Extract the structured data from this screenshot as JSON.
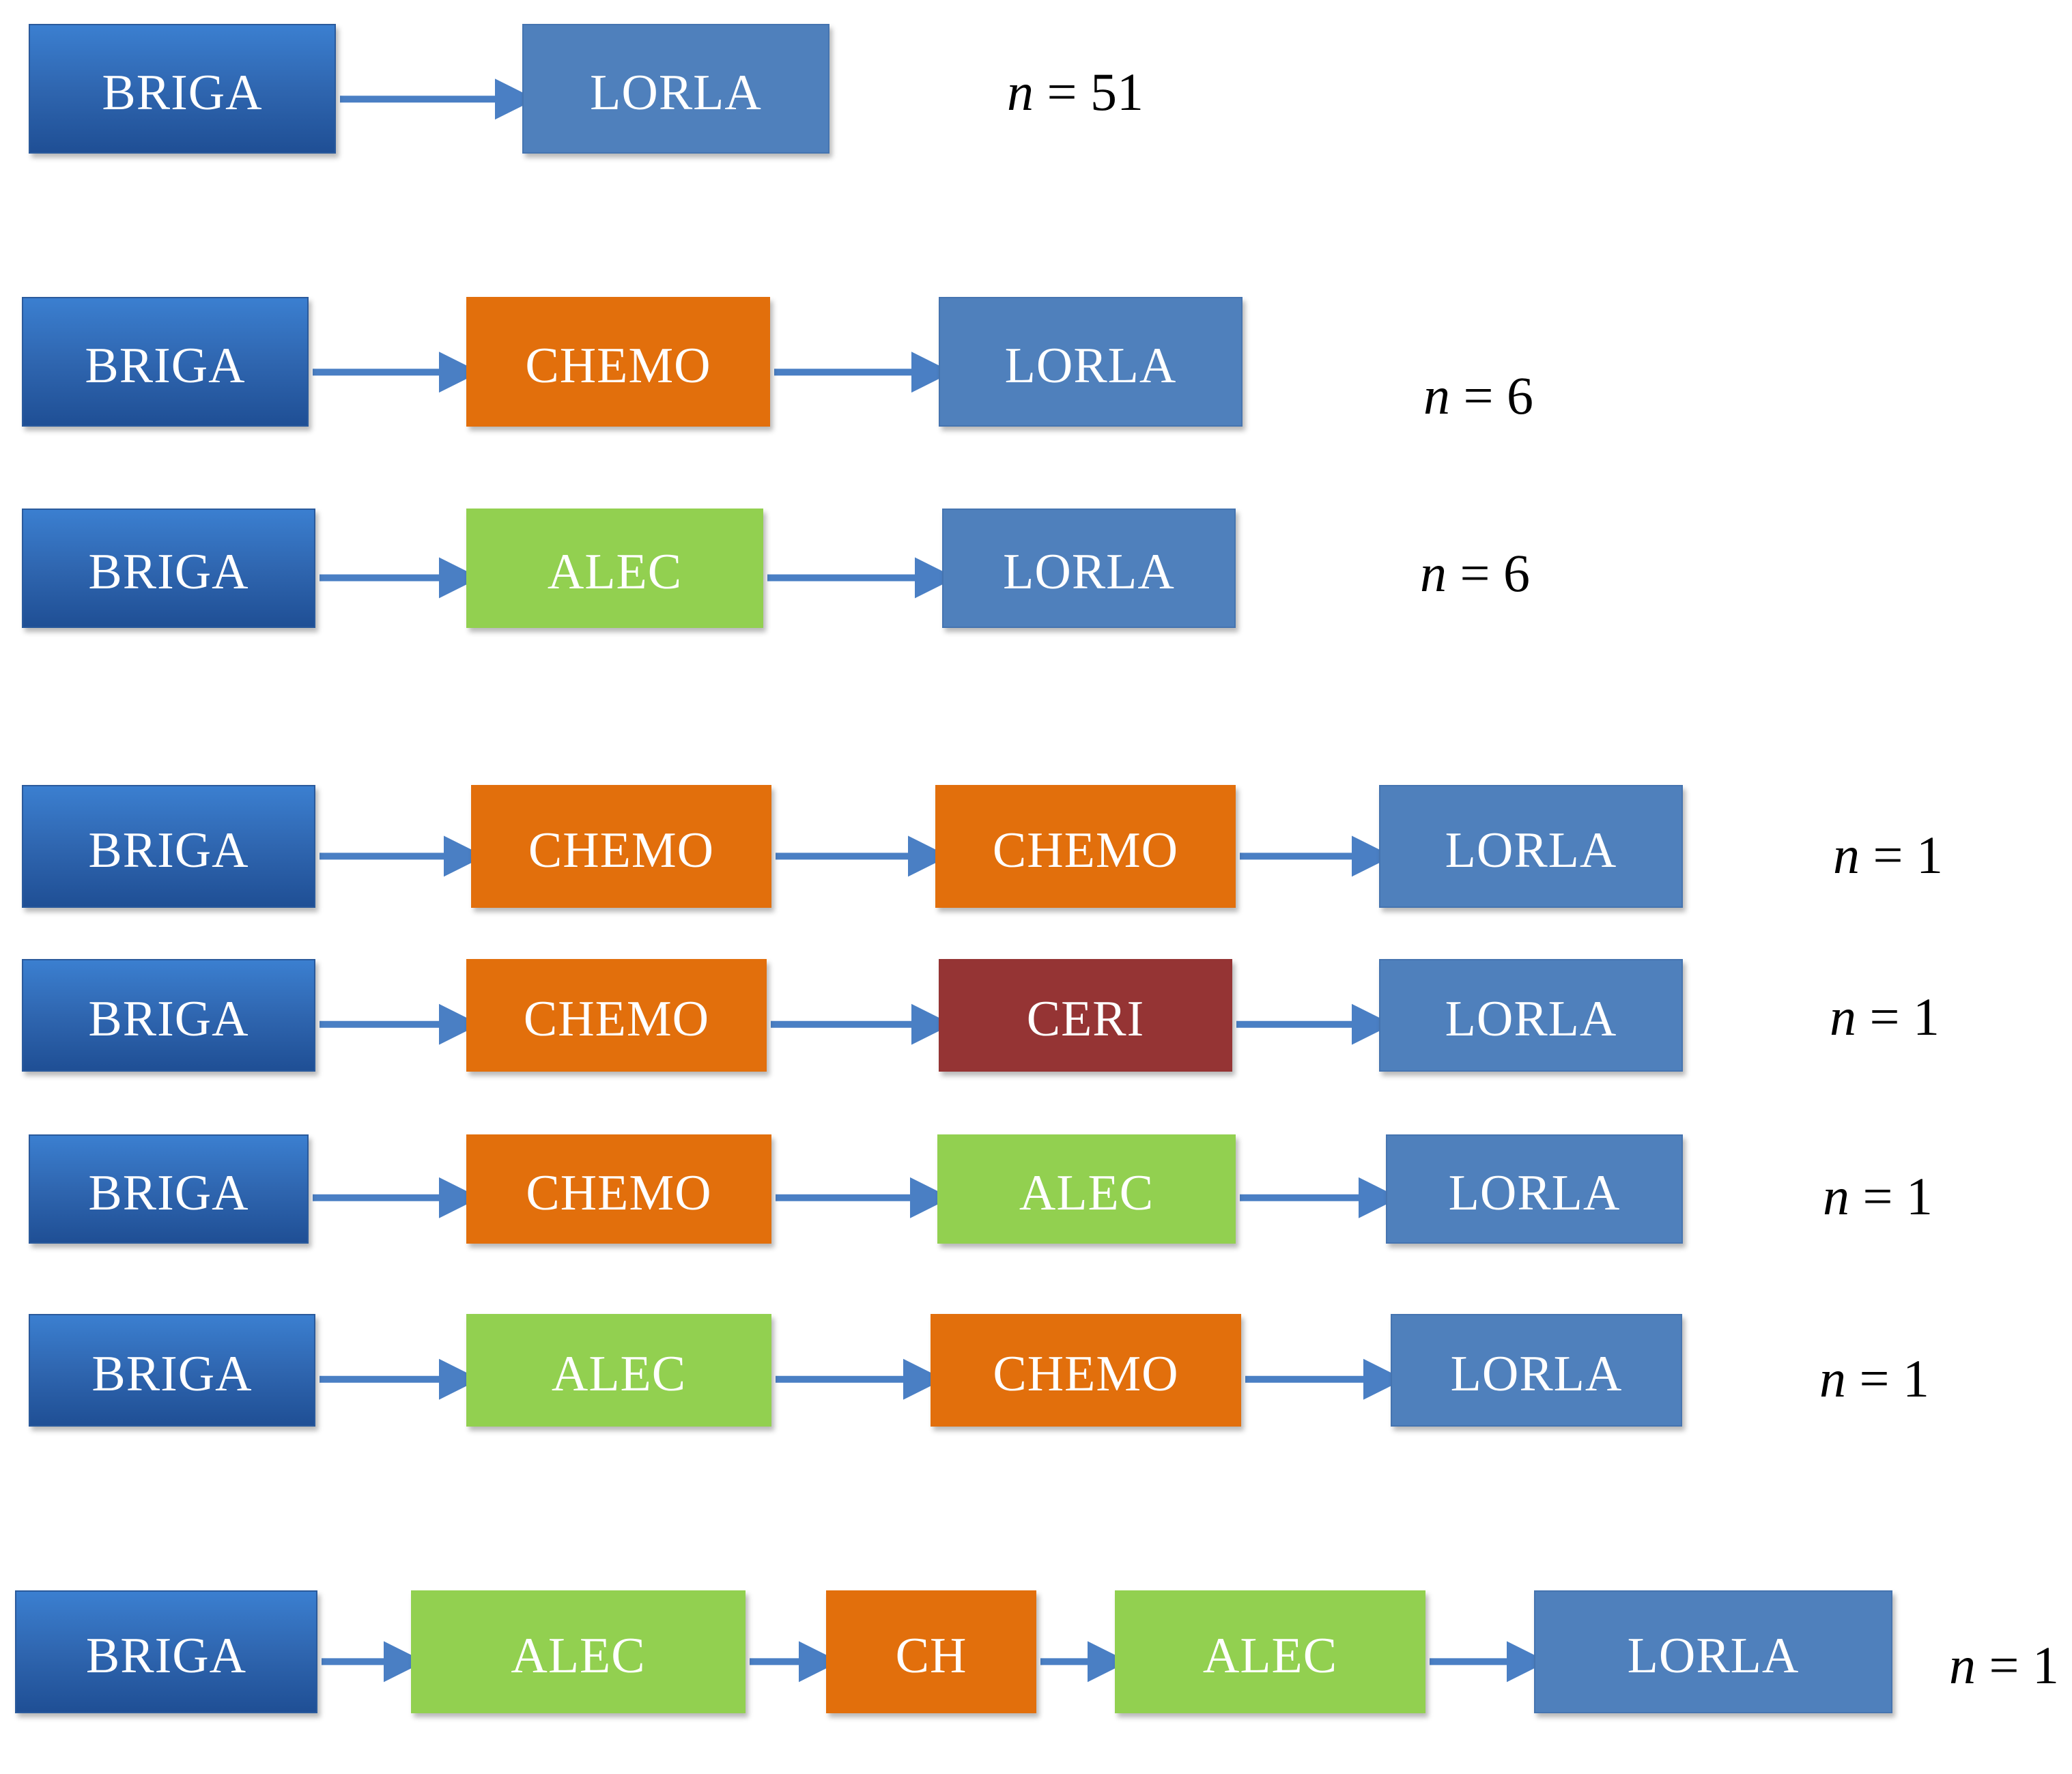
{
  "colors": {
    "briga": "#2f66b0",
    "lorla": "#4f80bc",
    "chemo": "#e26f0c",
    "alec": "#92d050",
    "ceri": "#953434",
    "arrow": "#4a7fc4"
  },
  "pathways": [
    {
      "steps": [
        "BRIGA",
        "LORLA"
      ],
      "n_label": "n",
      "n_value": "= 51"
    },
    {
      "steps": [
        "BRIGA",
        "CHEMO",
        "LORLA"
      ],
      "n_label": "n",
      "n_value": "= 6"
    },
    {
      "steps": [
        "BRIGA",
        "ALEC",
        "LORLA"
      ],
      "n_label": "n",
      "n_value": "= 6"
    },
    {
      "steps": [
        "BRIGA",
        "CHEMO",
        "CHEMO",
        "LORLA"
      ],
      "n_label": "n",
      "n_value": "= 1"
    },
    {
      "steps": [
        "BRIGA",
        "CHEMO",
        "CERI",
        "LORLA"
      ],
      "n_label": "n",
      "n_value": "= 1"
    },
    {
      "steps": [
        "BRIGA",
        "CHEMO",
        "ALEC",
        "LORLA"
      ],
      "n_label": "n",
      "n_value": "= 1"
    },
    {
      "steps": [
        "BRIGA",
        "ALEC",
        "CHEMO",
        "LORLA"
      ],
      "n_label": "n",
      "n_value": "= 1"
    },
    {
      "steps": [
        "BRIGA",
        "ALEC",
        "CH",
        "ALEC",
        "LORLA"
      ],
      "n_label": "n",
      "n_value": "= 1"
    }
  ]
}
